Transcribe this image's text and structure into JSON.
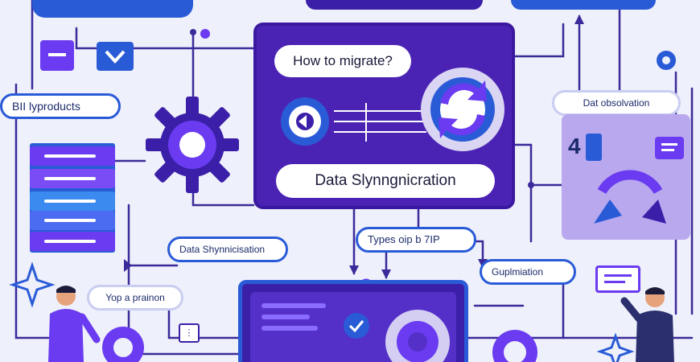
{
  "labels": {
    "question": "How to migrate?",
    "sync_main": "Data Slynngnicration",
    "bi_products": "BII lyproducts",
    "data_observation": "Dat obsolvation",
    "data_sync_small": "Data Shynnicisation",
    "types": "Types oip b 7IP",
    "optimization": "Guplmiation",
    "yop": "Yop a prainon",
    "right_number": "4"
  },
  "colors": {
    "background": "#eef0fb",
    "deep_purple": "#4b23b4",
    "violet": "#6a3bf0",
    "blue": "#2a5bd7",
    "lavender": "#b9a8ee"
  },
  "icons": [
    "gear-icon",
    "chevron-down-icon",
    "sync-icon",
    "sparkle-icon",
    "document-icon"
  ]
}
